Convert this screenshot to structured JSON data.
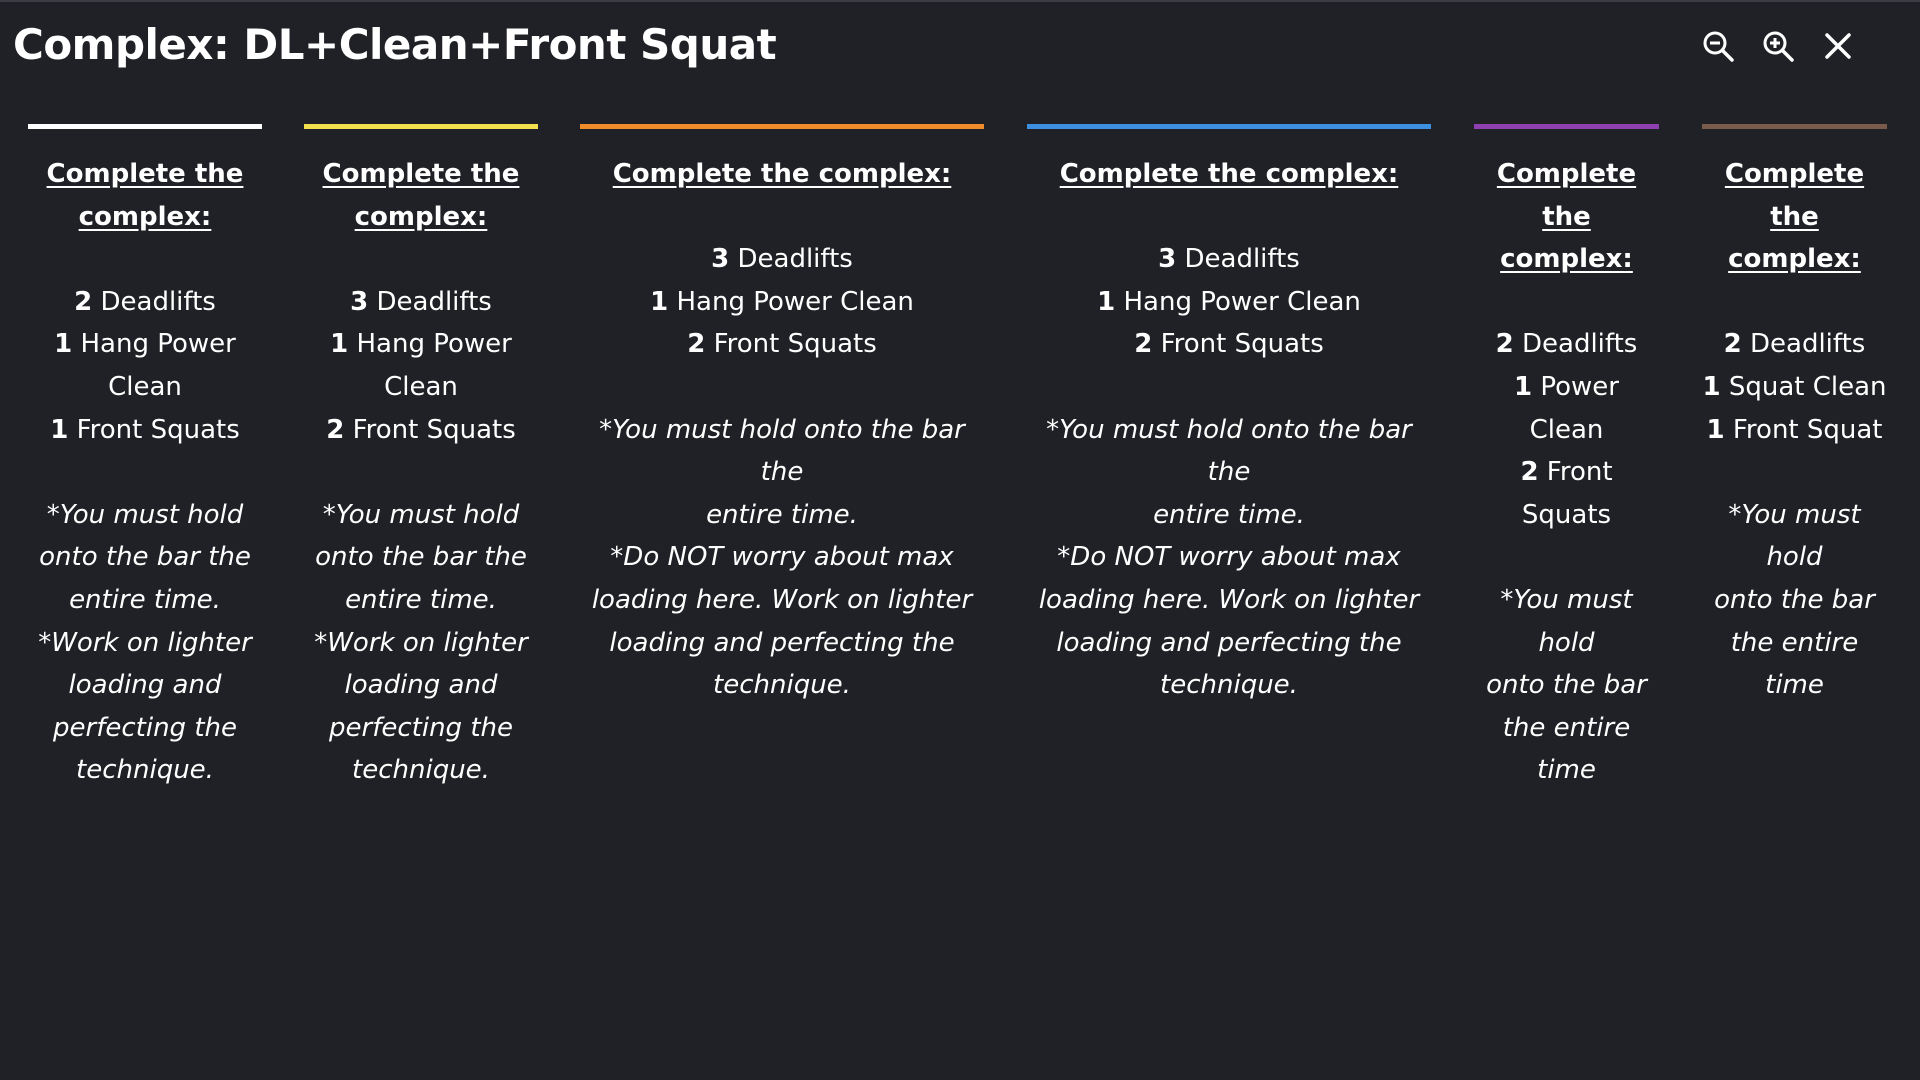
{
  "header": {
    "title": "Complex: DL+Clean+Front Squat",
    "zoom_out_icon": "zoom-out-icon",
    "zoom_in_icon": "zoom-in-icon",
    "close_icon": "close-icon"
  },
  "columns": [
    {
      "accent": "#ffffff",
      "heading": [
        "Complete the",
        "complex:"
      ],
      "exercises": [
        {
          "count": "1",
          "name": "Hang Power",
          "cont": "Clean"
        }
      ],
      "raw": [
        {
          "count": "2",
          "name": "Deadlifts"
        },
        {
          "count": "1",
          "name": "Hang Power",
          "cont": "Clean"
        },
        {
          "count": "1",
          "name": "Front Squats"
        }
      ],
      "notes": [
        "*You must hold",
        "onto the bar the",
        "entire time.",
        "*Work on lighter",
        "loading and",
        "perfecting the",
        "technique."
      ]
    },
    {
      "accent": "#f4e04d",
      "heading": [
        "Complete the",
        "complex:"
      ],
      "raw": [
        {
          "count": "3",
          "name": "Deadlifts"
        },
        {
          "count": "1",
          "name": "Hang Power",
          "cont": "Clean"
        },
        {
          "count": "2",
          "name": "Front Squats"
        }
      ],
      "notes": [
        "*You must hold",
        "onto the bar the",
        "entire time.",
        "*Work on lighter",
        "loading and",
        "perfecting the",
        "technique."
      ]
    },
    {
      "accent": "#f08c2a",
      "heading": [
        "Complete the complex:"
      ],
      "raw": [
        {
          "count": "3",
          "name": "Deadlifts"
        },
        {
          "count": "1",
          "name": "Hang Power Clean"
        },
        {
          "count": "2",
          "name": "Front Squats"
        }
      ],
      "notes": [
        "*You must hold onto the bar the",
        "entire time.",
        "*Do NOT worry about max",
        "loading here. Work on lighter",
        "loading and perfecting the",
        "technique."
      ]
    },
    {
      "accent": "#3d8fe0",
      "heading": [
        "Complete the complex:"
      ],
      "raw": [
        {
          "count": "3",
          "name": "Deadlifts"
        },
        {
          "count": "1",
          "name": "Hang Power Clean"
        },
        {
          "count": "2",
          "name": "Front Squats"
        }
      ],
      "notes": [
        "*You must hold onto the bar the",
        "entire time.",
        "*Do NOT worry about max",
        "loading here. Work on lighter",
        "loading and perfecting the",
        "technique."
      ]
    },
    {
      "accent": "#8e3fb0",
      "heading": [
        "Complete the",
        "complex:"
      ],
      "raw": [
        {
          "count": "2",
          "name": "Deadlifts"
        },
        {
          "count": "1",
          "name": "Power Clean"
        },
        {
          "count": "2",
          "name": "Front Squats"
        }
      ],
      "notes": [
        "*You must hold",
        "onto the bar",
        "the entire time"
      ]
    },
    {
      "accent": "#7a5a4a",
      "heading": [
        "Complete the",
        "complex:"
      ],
      "raw": [
        {
          "count": "2",
          "name": "Deadlifts"
        },
        {
          "count": "1",
          "name": "Squat Clean"
        },
        {
          "count": "1",
          "name": "Front Squat"
        }
      ],
      "notes": [
        "*You must hold",
        "onto the bar",
        "the entire time"
      ]
    }
  ]
}
